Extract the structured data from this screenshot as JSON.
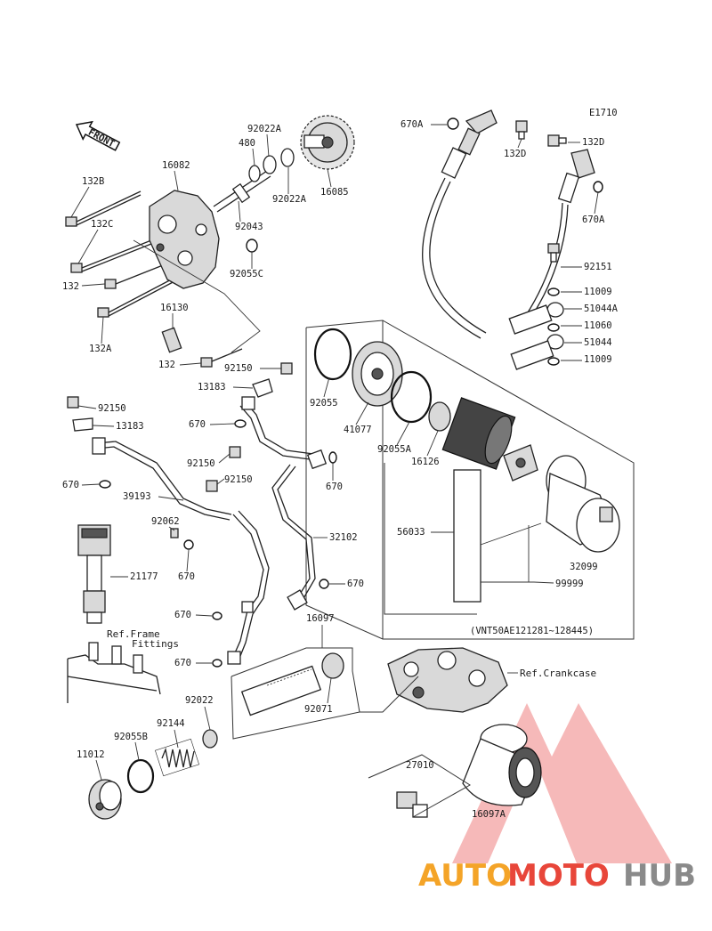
{
  "diagram_id": "E1710",
  "front_arrow": "FRONT",
  "parts": {
    "p_670A_top": "670A",
    "p_132D_top": "132D",
    "p_132D_right": "132D",
    "p_670A_right": "670A",
    "p_92022A_top": "92022A",
    "p_480": "480",
    "p_16082": "16082",
    "p_92022A_mid": "92022A",
    "p_16085": "16085",
    "p_132B": "132B",
    "p_92043": "92043",
    "p_132C": "132C",
    "p_92055C": "92055C",
    "p_132_upper": "132",
    "p_16130": "16130",
    "p_132A": "132A",
    "p_132_lower": "132",
    "p_92150_upper": "92150",
    "p_13183_upper": "13183",
    "p_92151": "92151",
    "p_11009_upper": "11009",
    "p_51044A": "51044A",
    "p_11060": "11060",
    "p_51044": "51044",
    "p_11009_lower": "11009",
    "p_92150_left": "92150",
    "p_13183_left": "13183",
    "p_670_a": "670",
    "p_92055": "92055",
    "p_41077": "41077",
    "p_92055A": "92055A",
    "p_16126": "16126",
    "p_670_left": "670",
    "p_92150_mid": "92150",
    "p_92150_mid2": "92150",
    "p_670_b": "670",
    "p_39193": "39193",
    "p_92062": "92062",
    "p_670_c": "670",
    "p_56033": "56033",
    "p_32102": "32102",
    "p_32099": "32099",
    "p_21177": "21177",
    "p_670_d": "670",
    "p_99999": "99999",
    "p_670_e": "670",
    "p_670_f": "670",
    "p_16097": "16097",
    "p_92071": "92071",
    "p_92022": "92022",
    "p_92144": "92144",
    "p_92055B": "92055B",
    "p_11012": "11012",
    "p_27010": "27010",
    "p_16097A": "16097A"
  },
  "refs": {
    "frame_line1": "Ref.Frame",
    "frame_line2": "Fittings",
    "crankcase": "Ref.Crankcase"
  },
  "serial_range": "(VNT50AE121281~128445)",
  "watermark": {
    "part1": "AUTO",
    "part2": "MOTO",
    "part3": "HUB",
    "color_orange": "#f4a428",
    "color_red": "#e8463a",
    "color_gray": "#8a8a8a"
  }
}
